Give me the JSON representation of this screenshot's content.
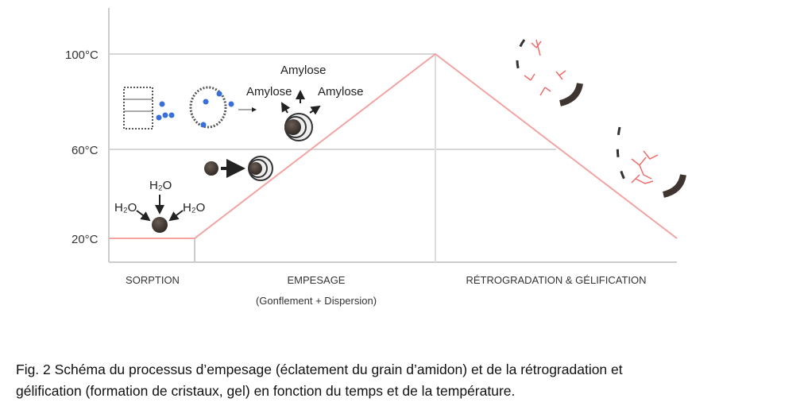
{
  "axis": {
    "ticks": [
      "100°C",
      "60°C",
      "20°C"
    ]
  },
  "phases": {
    "sorption": "SORPTION",
    "empesage": "EMPESAGE",
    "empesage_sub": "(Gonflement + Dispersion)",
    "retrogradation": "RÉTROGRADATION & GÉLIFICATION"
  },
  "labels": {
    "water": "H₂O",
    "amylose": "Amylose"
  },
  "caption": {
    "line1": "Fig. 2 Schéma du processus d’empesage (éclatement du grain d’amidon) et de la rétrogradation et",
    "line2": "gélification (formation de cristaux, gel) en fonction du temps et de la température."
  },
  "colors": {
    "curve": "#f4a3a3",
    "grid": "#d6d6d6",
    "grain": "#3e3530",
    "water": "#3a6fd8",
    "chain": "#f06b6b"
  }
}
